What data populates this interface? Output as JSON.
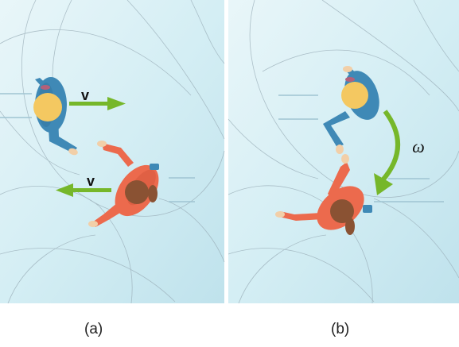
{
  "panels": {
    "a": {
      "caption": "(a)",
      "velocity_label_top": "v",
      "velocity_label_bottom": "v"
    },
    "b": {
      "caption": "(b)",
      "angular_velocity_label": "ω"
    }
  },
  "colors": {
    "ice_light": "#e9f6f9",
    "ice_dark": "#bfe2ec",
    "arrow_green": "#76b72a",
    "skater_blue": "#3f89b6",
    "skater_blue_dark": "#2d6d95",
    "skater_orange": "#ec6a4d",
    "skater_orange_dark": "#cf5236",
    "hair_blonde": "#f4c861",
    "hair_brown": "#8a5233",
    "skin": "#f2cfa8"
  }
}
